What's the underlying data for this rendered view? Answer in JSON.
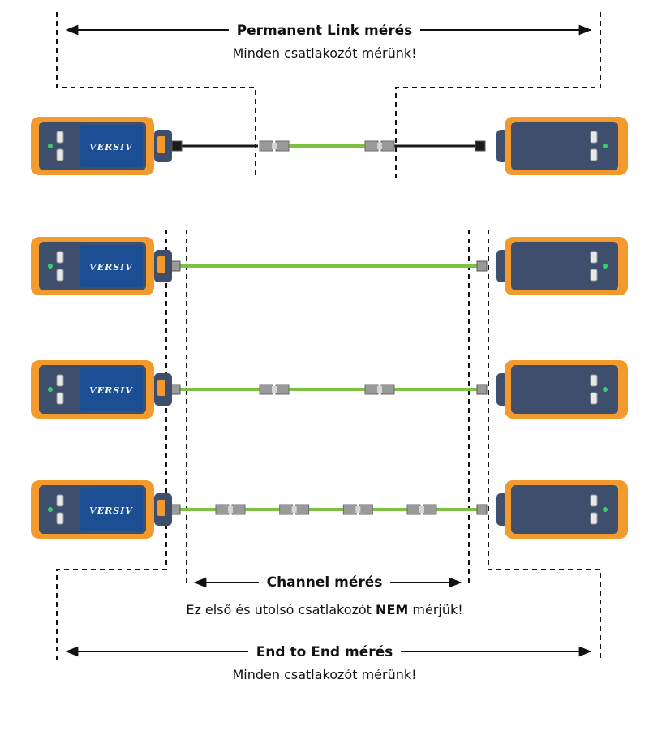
{
  "sections": {
    "permanent_link": {
      "title": "Permanent Link mérés",
      "subtitle": "Minden csatlakozót mérünk!"
    },
    "channel": {
      "title": "Channel mérés",
      "subtitle_pre": "Ez első és utolsó csatlakozót ",
      "subtitle_bold": "NEM",
      "subtitle_post": " mérjük!"
    },
    "end_to_end": {
      "title": "End to End mérés",
      "subtitle": "Minden csatlakozót mérünk!"
    }
  },
  "device": {
    "brand": "VERSIV"
  },
  "rows": [
    {
      "inline_connectors": 2,
      "patch_cords": true
    },
    {
      "inline_connectors": 0,
      "patch_cords": false
    },
    {
      "inline_connectors": 2,
      "patch_cords": false
    },
    {
      "inline_connectors": 4,
      "patch_cords": false
    }
  ],
  "colors": {
    "device_orange": "#F39A2E",
    "device_blue": "#3E4F6E",
    "screen_blue": "#1B4E93",
    "cable_green": "#7DC242",
    "patch_black": "#1a1a1a",
    "connector_gray": "#9A9A9A",
    "line": "#111111"
  }
}
